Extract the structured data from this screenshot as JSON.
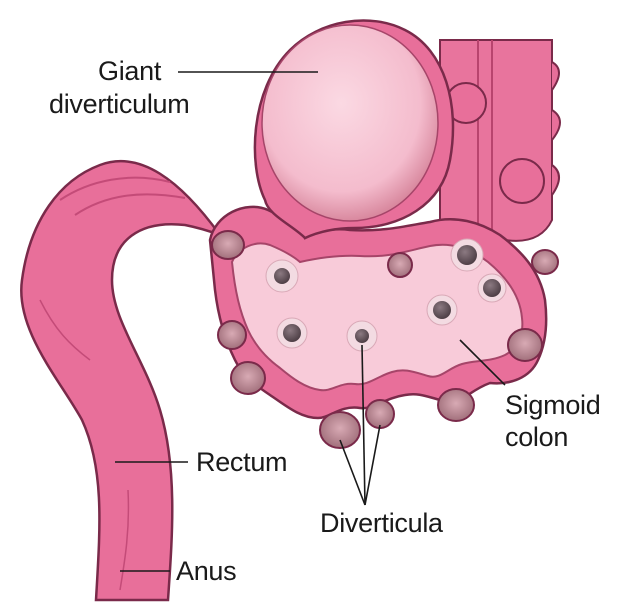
{
  "colors": {
    "colon_fill": "#e86f9a",
    "colon_dark": "#c44b78",
    "colon_stroke": "#7a2a4a",
    "mucosa_fill": "#f8cbd9",
    "sac_fill": "#f7c7d6",
    "pouch_fill": "#b9848f",
    "opening_fill": "#6b5a62",
    "leader": "#1a1a1a",
    "label_text": "#1a1a1a"
  },
  "labels": {
    "giant_line1": "Giant",
    "giant_line2": "diverticulum",
    "sigmoid_line1": "Sigmoid",
    "sigmoid_line2": "colon",
    "rectum": "Rectum",
    "diverticula": "Diverticula",
    "anus": "Anus"
  }
}
